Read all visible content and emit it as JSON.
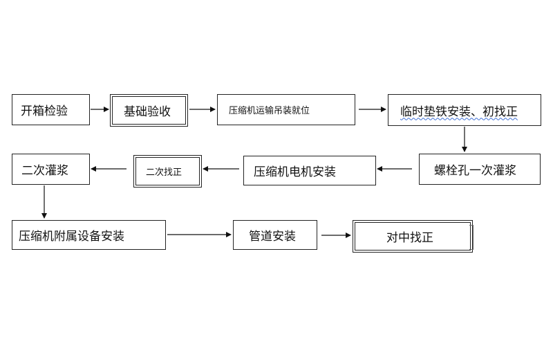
{
  "steps": [
    {
      "id": "unpack",
      "label": "开箱检验"
    },
    {
      "id": "foundation",
      "label": "基础验收"
    },
    {
      "id": "transport",
      "label": "压缩机运输吊装就位"
    },
    {
      "id": "shims",
      "label": "临时垫铁安装、初找正"
    },
    {
      "id": "bolt-grout",
      "label": "螺栓孔一次灌浆"
    },
    {
      "id": "motor",
      "label": "压缩机电机安装"
    },
    {
      "id": "second-align",
      "label": "二次找正"
    },
    {
      "id": "second-grout",
      "label": "二次灌浆"
    },
    {
      "id": "aux",
      "label": "压缩机附属设备安装"
    },
    {
      "id": "piping",
      "label": "管道安装"
    },
    {
      "id": "center-align",
      "label": "对中找正"
    }
  ]
}
